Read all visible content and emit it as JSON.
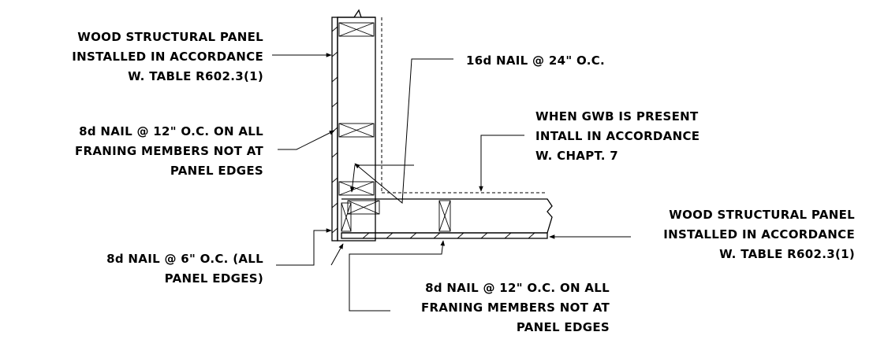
{
  "callouts": {
    "wsp_wall": [
      "WOOD STRUCTURAL PANEL",
      "INSTALLED IN ACCORDANCE",
      "W. TABLE R602.3(1)"
    ],
    "nail_16d": [
      "16d NAIL @ 24\" O.C."
    ],
    "gwb": [
      "WHEN GWB IS PRESENT",
      "INTALL IN ACCORDANCE",
      "W. CHAPT. 7"
    ],
    "nail_8d_12_wall": [
      "8d NAIL @ 12\" O.C. ON ALL",
      "FRANING MEMBERS NOT AT",
      "PANEL EDGES"
    ],
    "wsp_floor": [
      "WOOD STRUCTURAL PANEL",
      "INSTALLED IN ACCORDANCE",
      "W. TABLE R602.3(1)"
    ],
    "nail_8d_6": [
      "8d NAIL @ 6\" O.C. (ALL",
      "PANEL EDGES)"
    ],
    "nail_8d_12_floor": [
      "8d NAIL @ 12\" O.C. ON ALL",
      "FRANING MEMBERS NOT AT",
      "PANEL EDGES"
    ]
  }
}
